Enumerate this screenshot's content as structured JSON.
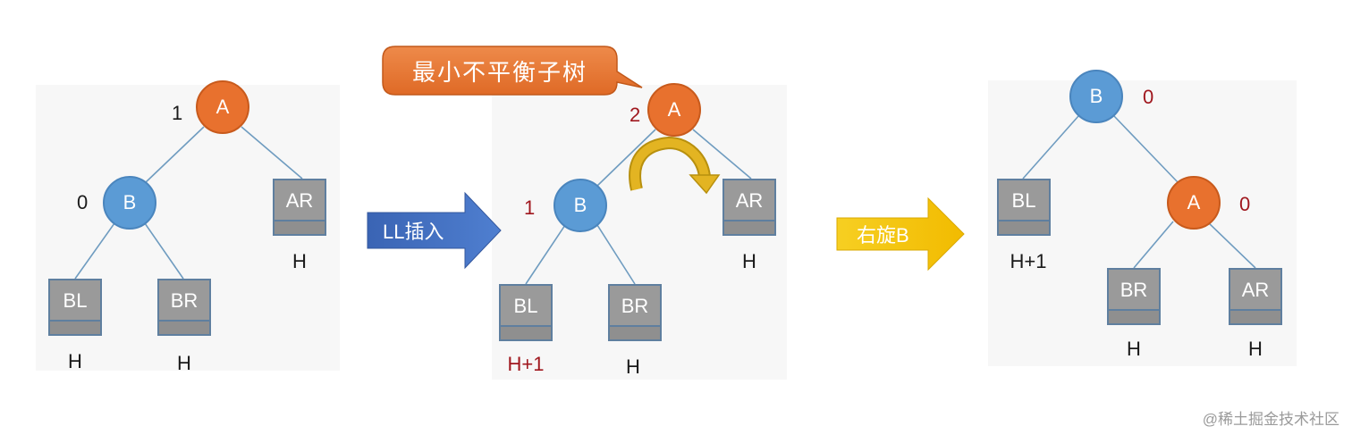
{
  "colors": {
    "orange_node": "#e8712e",
    "blue_node": "#5b9bd5",
    "subtree_gray": "#9a9a9a",
    "edge": "#5f8fb5",
    "red_text": "#a0171e",
    "blue_arrow": "#4472c4",
    "yellow_arrow": "#f2c200",
    "callout": "#e8712e"
  },
  "before": {
    "root": {
      "label": "A",
      "bf": "1"
    },
    "left": {
      "label": "B",
      "bf": "0"
    },
    "subtrees": {
      "bl": "BL",
      "br": "BR",
      "ar": "AR"
    },
    "heights": {
      "bl": "H",
      "br": "H",
      "ar": "H"
    }
  },
  "insert_arrow": {
    "label": "LL插入",
    "icon": "right-arrow-icon"
  },
  "middle": {
    "callout": "最小不平衡子树",
    "root": {
      "label": "A",
      "bf": "2"
    },
    "left": {
      "label": "B",
      "bf": "1"
    },
    "subtrees": {
      "bl": "BL",
      "br": "BR",
      "ar": "AR"
    },
    "heights": {
      "bl": "H+1",
      "br": "H",
      "ar": "H"
    },
    "rotation_icon": "curved-arrow-icon"
  },
  "rotate_arrow": {
    "label": "右旋B",
    "icon": "right-arrow-icon"
  },
  "after": {
    "root": {
      "label": "B",
      "bf": "0"
    },
    "right": {
      "label": "A",
      "bf": "0"
    },
    "subtrees": {
      "bl": "BL",
      "br": "BR",
      "ar": "AR"
    },
    "heights": {
      "bl": "H+1",
      "br": "H",
      "ar": "H"
    }
  },
  "watermark": "@稀土掘金技术社区"
}
